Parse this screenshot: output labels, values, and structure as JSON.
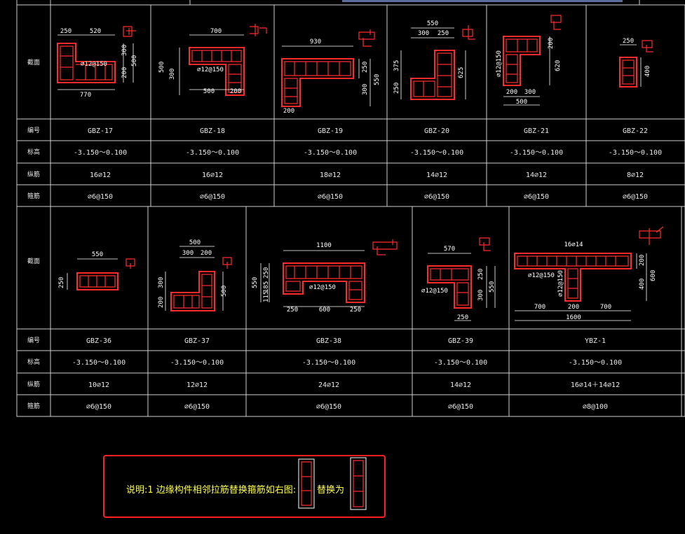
{
  "row_labels": {
    "section": "截面",
    "number": "编号",
    "elevation": "标高",
    "longitudinal": "纵筋",
    "stirrup": "箍筋"
  },
  "table1": [
    {
      "id": "GBZ-17",
      "elevation": "-3.150～0.100",
      "longitudinal": "16⌀12",
      "stirrup": "⌀6@150",
      "dims": [
        "250",
        "520",
        "300",
        "500",
        "200",
        "770"
      ],
      "bar_note": "⌀12@150"
    },
    {
      "id": "GBZ-18",
      "elevation": "-3.150～0.100",
      "longitudinal": "16⌀12",
      "stirrup": "⌀6@150",
      "dims": [
        "700",
        "500",
        "300",
        "500",
        "200"
      ],
      "bar_note": "⌀12@150"
    },
    {
      "id": "GBZ-19",
      "elevation": "-3.150～0.100",
      "longitudinal": "18⌀12",
      "stirrup": "⌀6@150",
      "dims": [
        "930",
        "250",
        "300",
        "550",
        "200"
      ],
      "bar_note": ""
    },
    {
      "id": "GBZ-20",
      "elevation": "-3.150～0.100",
      "longitudinal": "14⌀12",
      "stirrup": "⌀6@150",
      "dims": [
        "550",
        "300",
        "250",
        "375",
        "250",
        "625"
      ],
      "bar_note": ""
    },
    {
      "id": "GBZ-21",
      "elevation": "-3.150～0.100",
      "longitudinal": "14⌀12",
      "stirrup": "⌀6@150",
      "dims": [
        "200",
        "620",
        "200",
        "300",
        "500"
      ],
      "bar_note": "⌀12@150"
    },
    {
      "id": "GBZ-22",
      "elevation": "-3.150～0.100",
      "longitudinal": "8⌀12",
      "stirrup": "⌀6@150",
      "dims": [
        "250",
        "400"
      ],
      "bar_note": ""
    }
  ],
  "table2": [
    {
      "id": "GBZ-36",
      "elevation": "-3.150～0.100",
      "longitudinal": "10⌀12",
      "stirrup": "⌀6@150",
      "dims": [
        "550",
        "250"
      ],
      "bar_note": ""
    },
    {
      "id": "GBZ-37",
      "elevation": "-3.150～0.100",
      "longitudinal": "12⌀12",
      "stirrup": "⌀6@150",
      "dims": [
        "500",
        "300",
        "200",
        "300",
        "200",
        "500"
      ],
      "bar_note": ""
    },
    {
      "id": "GBZ-38",
      "elevation": "-3.150～0.100",
      "longitudinal": "24⌀12",
      "stirrup": "⌀6@150",
      "dims": [
        "1100",
        "250",
        "550",
        "185",
        "115",
        "250",
        "600",
        "250"
      ],
      "bar_note": "⌀12@150"
    },
    {
      "id": "GBZ-39",
      "elevation": "-3.150～0.100",
      "longitudinal": "14⌀12",
      "stirrup": "⌀6@150",
      "dims": [
        "570",
        "250",
        "300",
        "550",
        "250"
      ],
      "bar_note": "⌀12@150"
    },
    {
      "id": "YBZ-1",
      "elevation": "-3.150～0.100",
      "longitudinal": "16⌀14＋14⌀12",
      "stirrup": "⌀8@100",
      "dims": [
        "16⌀14",
        "200",
        "400",
        "600",
        "700",
        "200",
        "700",
        "1600"
      ],
      "bar_note": "⌀12@150",
      "bar_note2": "⌀12@150"
    }
  ],
  "note": {
    "text": "说明:1  边缘构件相邻拉筋替换箍筋如右图:",
    "replace_text": "替换为"
  },
  "colors": {
    "background": "#000000",
    "grid": "#cfcfcf",
    "rebar": "#ff2a2a",
    "note_text": "#ffff44",
    "note_border": "#ff2020",
    "top_bar": "#5a6d9a"
  }
}
